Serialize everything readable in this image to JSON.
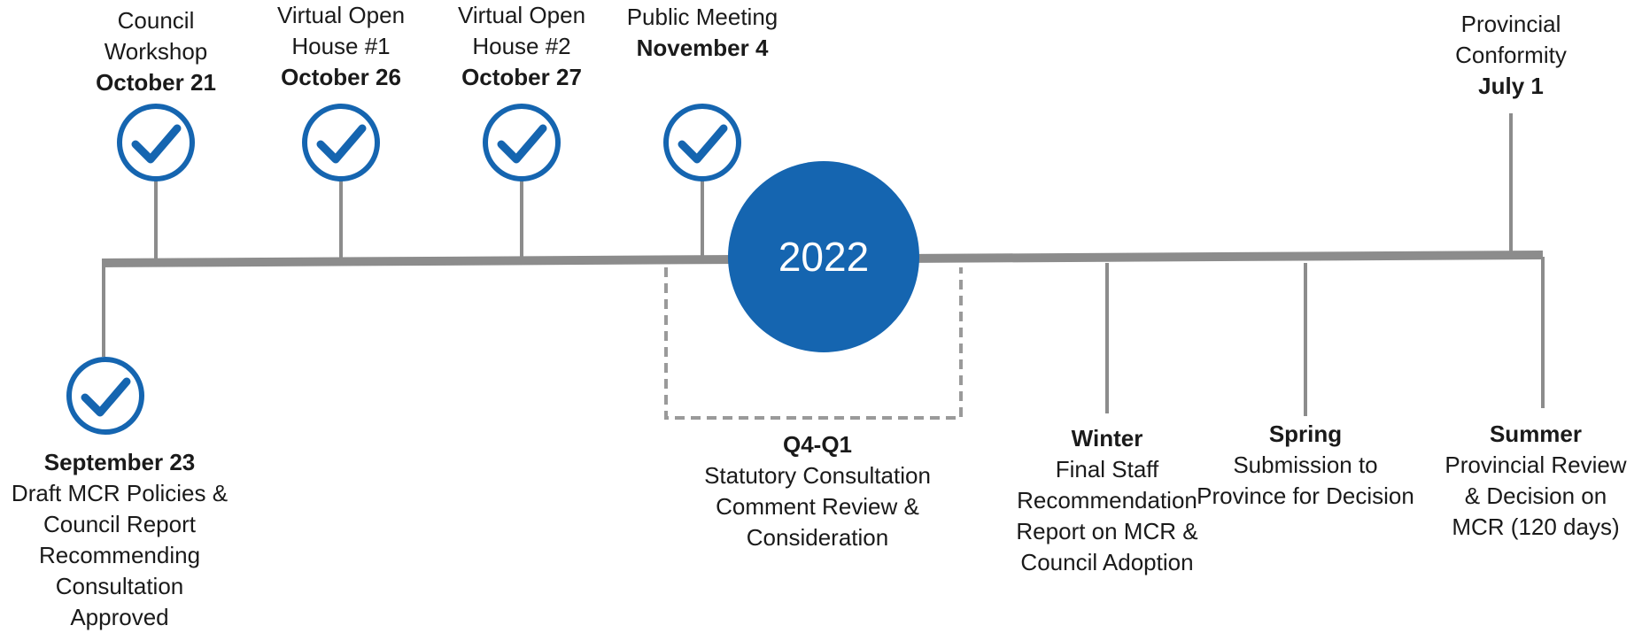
{
  "colors": {
    "line": "#8c8c8c",
    "accent": "#1565b0",
    "text": "#1a1a1a"
  },
  "year": "2022",
  "milestones_above": [
    {
      "id": "council-workshop",
      "lines": [
        "Council",
        "Workshop"
      ],
      "date": "October 21",
      "check_icon": "checkmark-circle-icon"
    },
    {
      "id": "virtual-open-house-1",
      "lines": [
        "Virtual Open",
        "House #1"
      ],
      "date": "October 26",
      "check_icon": "checkmark-circle-icon"
    },
    {
      "id": "virtual-open-house-2",
      "lines": [
        "Virtual Open",
        "House #2"
      ],
      "date": "October 27",
      "check_icon": "checkmark-circle-icon"
    },
    {
      "id": "public-meeting",
      "lines": [
        "Public Meeting"
      ],
      "date": "November 4",
      "check_icon": "checkmark-circle-icon"
    },
    {
      "id": "provincial-conformity",
      "lines": [
        "Provincial",
        "Conformity"
      ],
      "date": "July 1"
    }
  ],
  "milestones_below": [
    {
      "id": "september-23",
      "head": "September 23",
      "lines": [
        "Draft MCR Policies &",
        "Council Report",
        "Recommending",
        "Consultation",
        "Approved"
      ],
      "check_icon": "checkmark-circle-icon"
    },
    {
      "id": "q4-q1",
      "head": "Q4-Q1",
      "lines": [
        "Statutory Consultation",
        "Comment Review &",
        "Consideration"
      ]
    },
    {
      "id": "winter",
      "head": "Winter",
      "lines": [
        "Final Staff",
        "Recommendation",
        "Report on MCR &",
        "Council Adoption"
      ]
    },
    {
      "id": "spring",
      "head": "Spring",
      "lines": [
        "Submission to",
        "Province for Decision"
      ]
    },
    {
      "id": "summer",
      "head": "Summer",
      "lines": [
        "Provincial Review",
        "& Decision on",
        "MCR (120 days)"
      ]
    }
  ]
}
